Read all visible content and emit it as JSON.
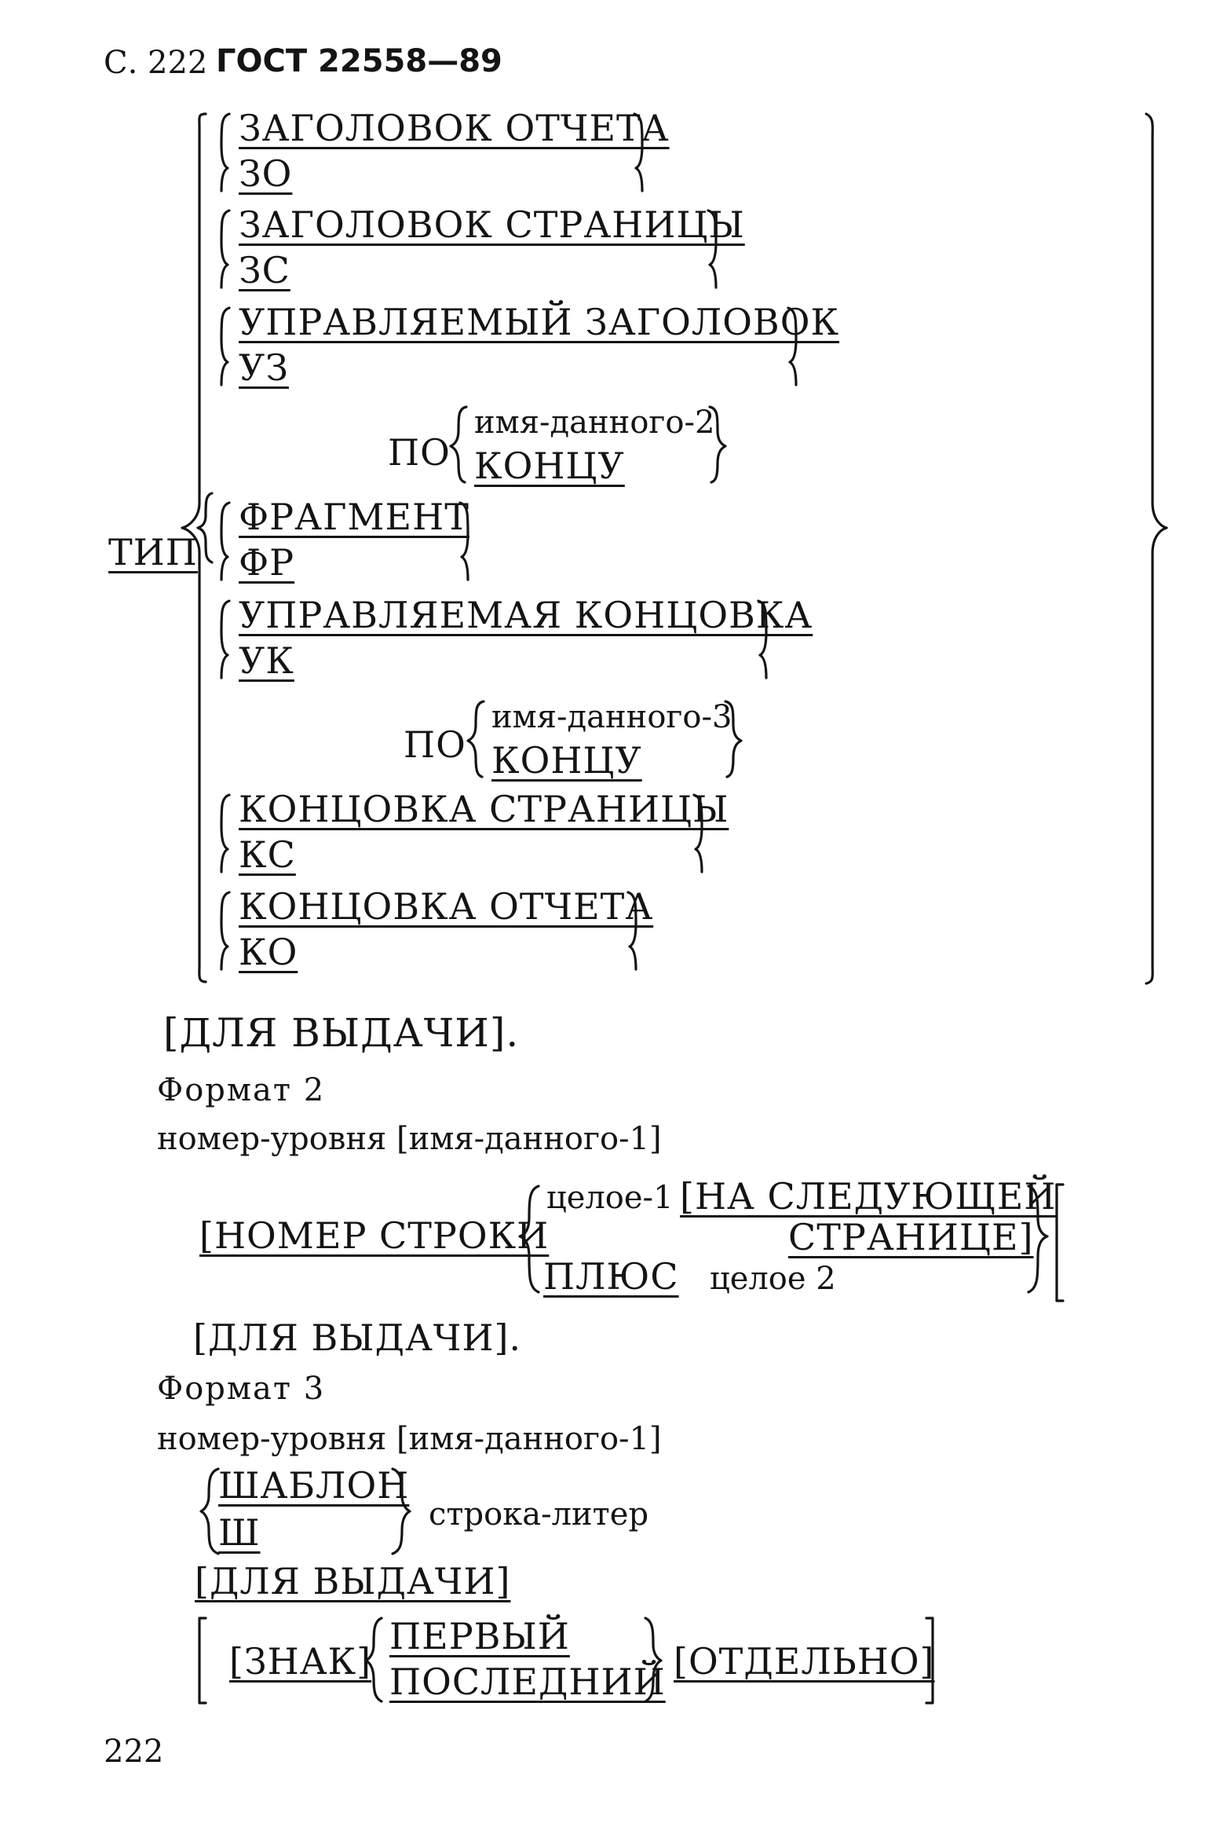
{
  "header": {
    "page_prefix": "С. 222",
    "standard": "ГОСТ 22558—89"
  },
  "format1": {
    "keyword": "ТИП",
    "alternatives": [
      {
        "full": "ЗАГОЛОВОК ОТЧЕТА",
        "abbr": "ЗО"
      },
      {
        "full": "ЗАГОЛОВОК СТРАНИЦЫ",
        "abbr": "ЗС"
      },
      {
        "full": "УПРАВЛЯЕМЫЙ ЗАГОЛОВОК",
        "abbr": "УЗ"
      },
      {
        "full": "ФРАГМЕНТ",
        "abbr": "ФР"
      },
      {
        "full": "УПРАВЛЯЕМАЯ КОНЦОВКА",
        "abbr": "УК"
      },
      {
        "full": "КОНЦОВКА СТРАНИЦЫ",
        "abbr": "КС"
      },
      {
        "full": "КОНЦОВКА ОТЧЕТА",
        "abbr": "КО"
      }
    ],
    "po_clause_1": {
      "po": "ПО",
      "option1": "имя-данного-2",
      "option2": "КОНЦУ"
    },
    "po_clause_2": {
      "po": "ПО",
      "option1": "имя-данного-3",
      "option2": "КОНЦУ"
    },
    "trailer": "[ДЛЯ ВЫДАЧИ]."
  },
  "format2": {
    "title": "Формат 2",
    "level_line": "номер-уровня [имя-данного-1]",
    "line_number": "[НОМЕР СТРОКИ",
    "int1": "целое-1",
    "next_page_1": "[НА СЛЕДУЮЩЕЙ",
    "next_page_2": "СТРАНИЦЕ]",
    "plus": "ПЛЮС",
    "int2": "целое 2",
    "trailer": "[ДЛЯ ВЫДАЧИ]."
  },
  "format3": {
    "title": "Формат 3",
    "level_line": "номер-уровня [имя-данного-1]",
    "pattern_full": "ШАБЛОН",
    "pattern_abbr": "Ш",
    "literal": "строка-литер",
    "for_output": "[ДЛЯ ВЫДАЧИ]",
    "sign": "[ЗНАК]",
    "first": "ПЕРВЫЙ",
    "last": "ПОСЛЕДНИЙ",
    "separate": "[ОТДЕЛЬНО]"
  },
  "footer": {
    "page_number": "222"
  }
}
